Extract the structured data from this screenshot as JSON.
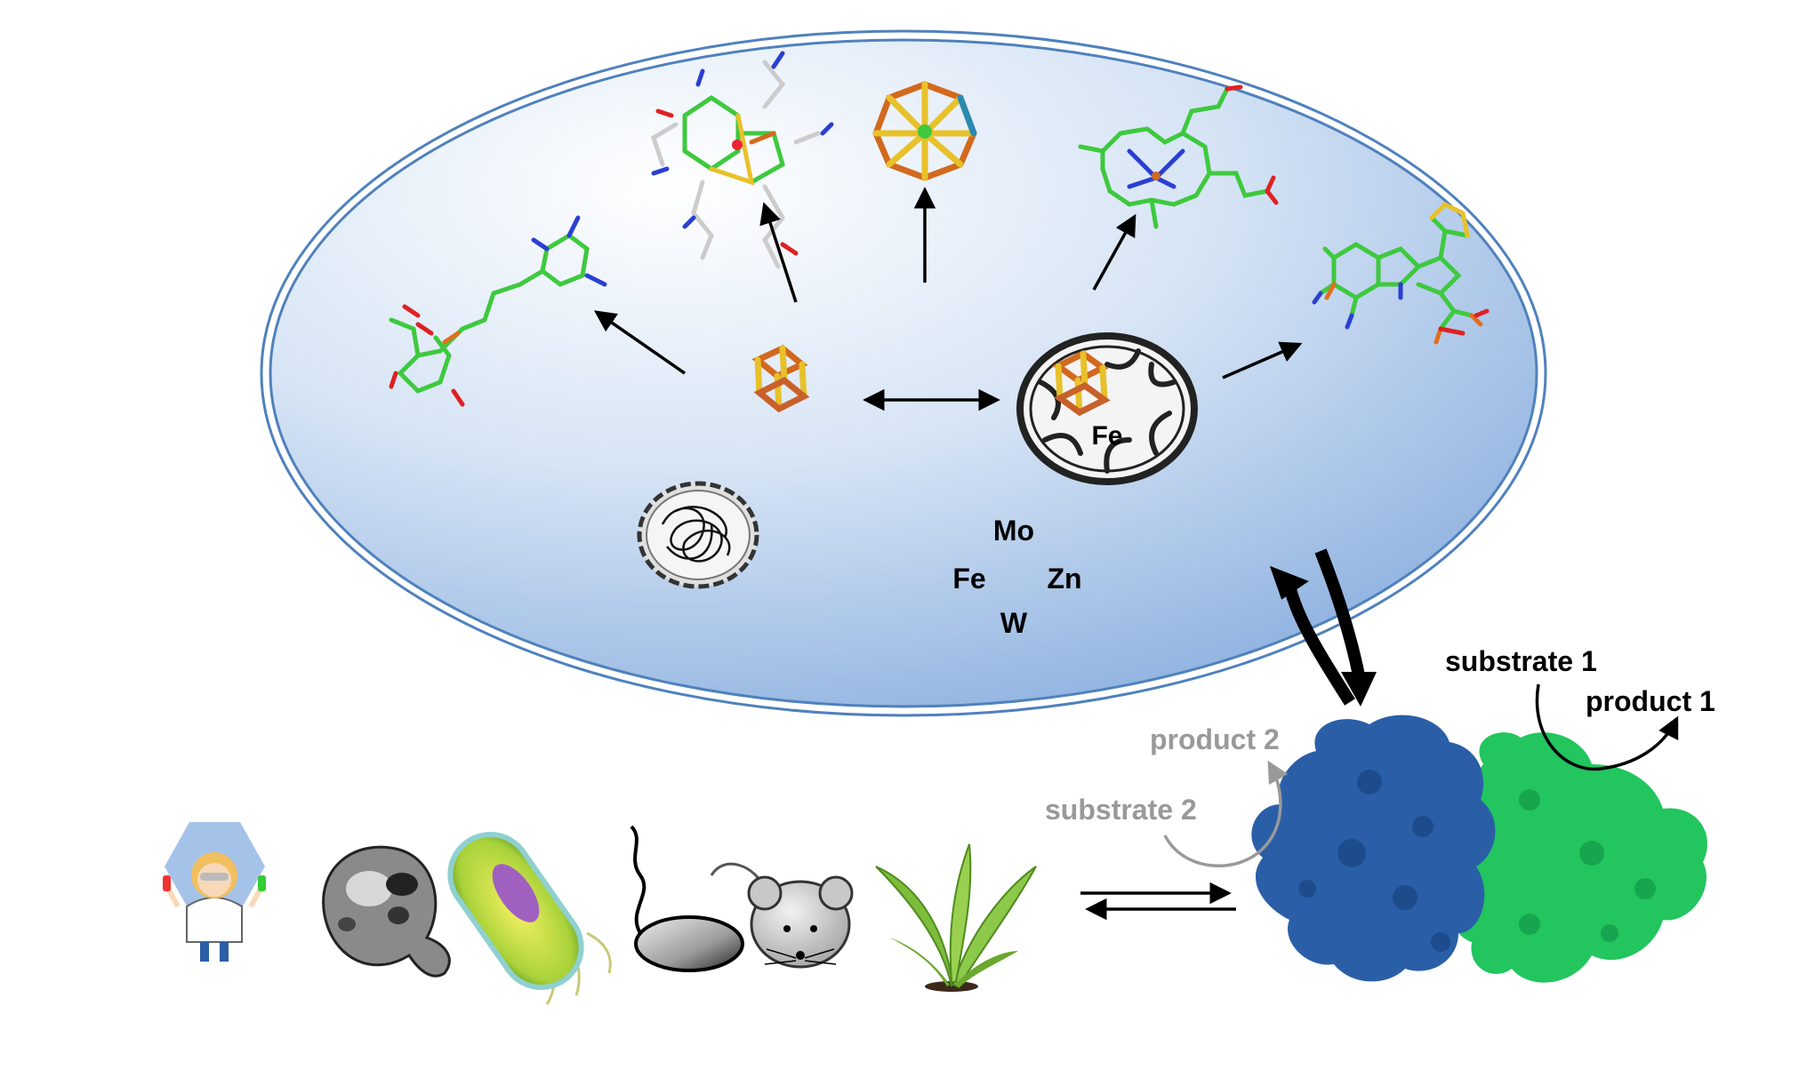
{
  "cell_labels": {
    "mito_metal": "Fe",
    "metal_mo": "Mo",
    "metal_fe": "Fe",
    "metal_zn": "Zn",
    "metal_w": "W"
  },
  "reaction_labels": {
    "substrate1": "substrate 1",
    "product1": "product 1",
    "product2": "product 2",
    "substrate2": "substrate 2"
  },
  "colors": {
    "cell_fill_light": "#ffffff",
    "cell_fill_dark": "#8fb4e3",
    "cell_border": "#4f81bd",
    "protein_blue": "#2a5fa8",
    "protein_green": "#22c55e",
    "gray_label": "#999999",
    "black_label": "#000000",
    "fe_s_orange": "#d2691e",
    "fe_s_yellow": "#e8c12a",
    "carbon_green": "#3ec93e"
  },
  "organisms": [
    {
      "name": "scientist-icon"
    },
    {
      "name": "yeast-cell-micrograph"
    },
    {
      "name": "bacterium-icon"
    },
    {
      "name": "sperm-like-cell-icon"
    },
    {
      "name": "mouse-icon"
    },
    {
      "name": "plant-icon"
    }
  ]
}
